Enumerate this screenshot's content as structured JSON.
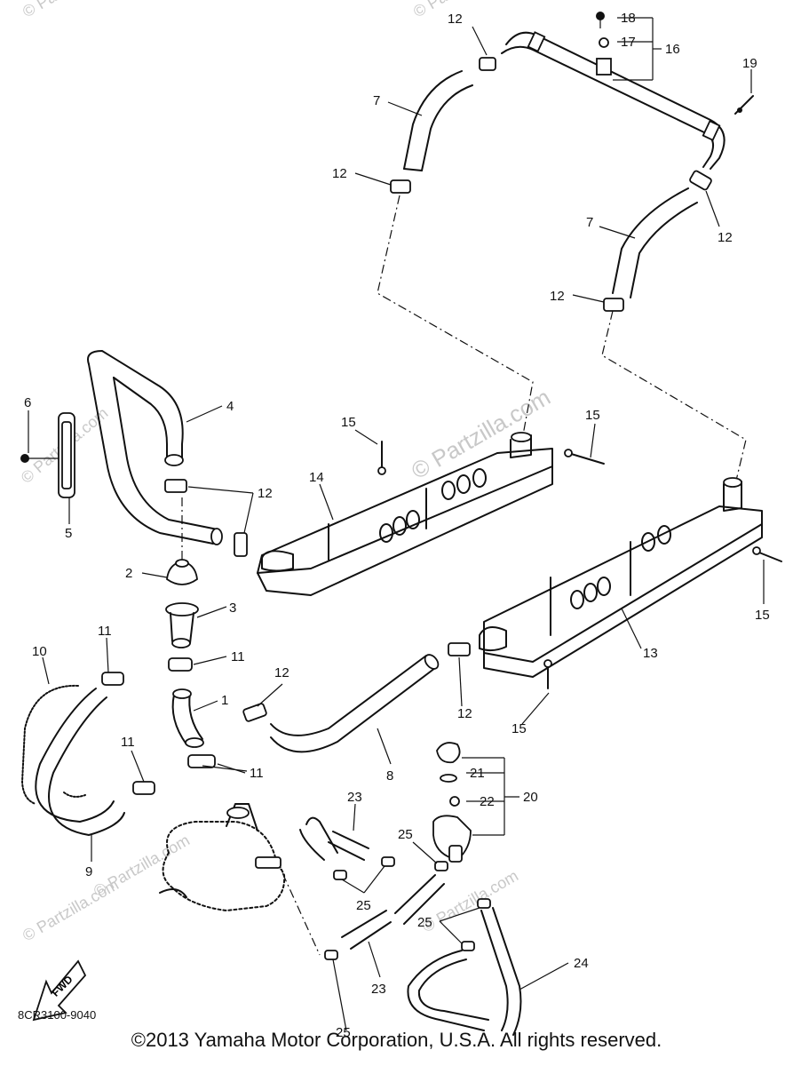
{
  "watermark": "© Partzilla.com",
  "callouts": {
    "c1": "1",
    "c2": "2",
    "c3": "3",
    "c4": "4",
    "c5": "5",
    "c6": "6",
    "c7a": "7",
    "c7b": "7",
    "c8": "8",
    "c9": "9",
    "c10": "10",
    "c11a": "11",
    "c11b": "11",
    "c11c": "11",
    "c11d": "11",
    "c12a": "12",
    "c12b": "12",
    "c12c": "12",
    "c12d": "12",
    "c12e": "12",
    "c12f": "12",
    "c12g": "12",
    "c13": "13",
    "c14": "14",
    "c15a": "15",
    "c15b": "15",
    "c15c": "15",
    "c15d": "15",
    "c16": "16",
    "c17": "17",
    "c18": "18",
    "c19": "19",
    "c20": "20",
    "c21": "21",
    "c22": "22",
    "c23a": "23",
    "c23b": "23",
    "c24": "24",
    "c25a": "25",
    "c25b": "25",
    "c25c": "25",
    "c25d": "25"
  },
  "fwd_label": "FWD",
  "diagram_code": "8CR3100-9040",
  "copyright": "©2013  Yamaha Motor Corporation, U.S.A. All rights reserved."
}
